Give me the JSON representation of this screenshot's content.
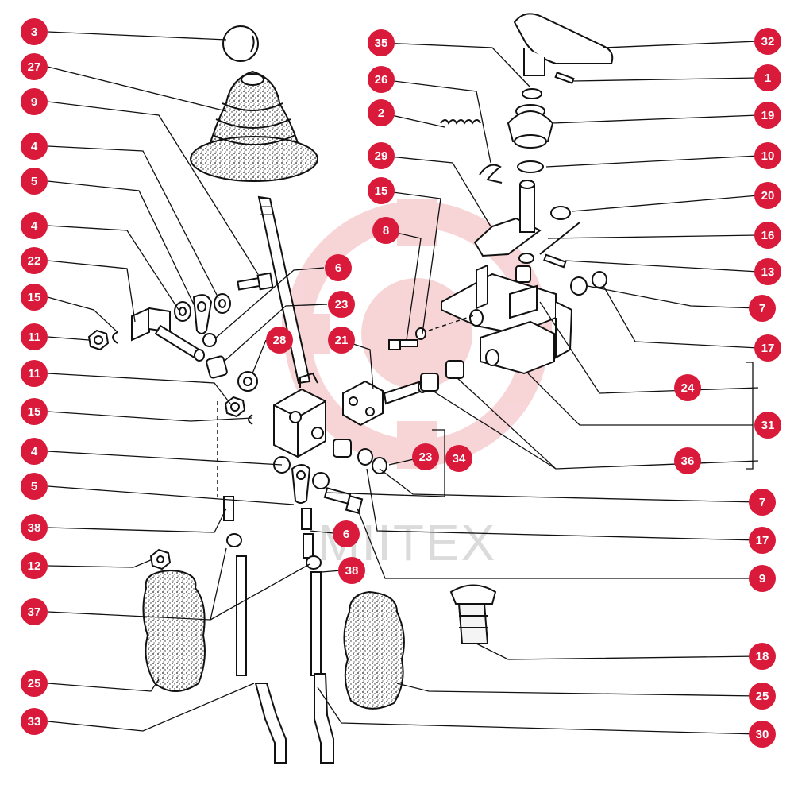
{
  "diagram": {
    "watermark": "MIITEX",
    "badge_color": "#d91a3a",
    "badge_text_color": "#ffffff",
    "line_color": "#111111",
    "watermark_color": "#f2b3b8",
    "labels": [
      "3",
      "27",
      "9",
      "4",
      "5",
      "4",
      "22",
      "15",
      "11",
      "11",
      "15",
      "4",
      "5",
      "38",
      "12",
      "37",
      "25",
      "33",
      "35",
      "26",
      "2",
      "29",
      "15",
      "8",
      "6",
      "23",
      "28",
      "21",
      "23",
      "34",
      "6",
      "38",
      "32",
      "1",
      "19",
      "10",
      "20",
      "16",
      "13",
      "7",
      "17",
      "24",
      "31",
      "36",
      "7",
      "17",
      "9",
      "18",
      "25",
      "30"
    ]
  }
}
